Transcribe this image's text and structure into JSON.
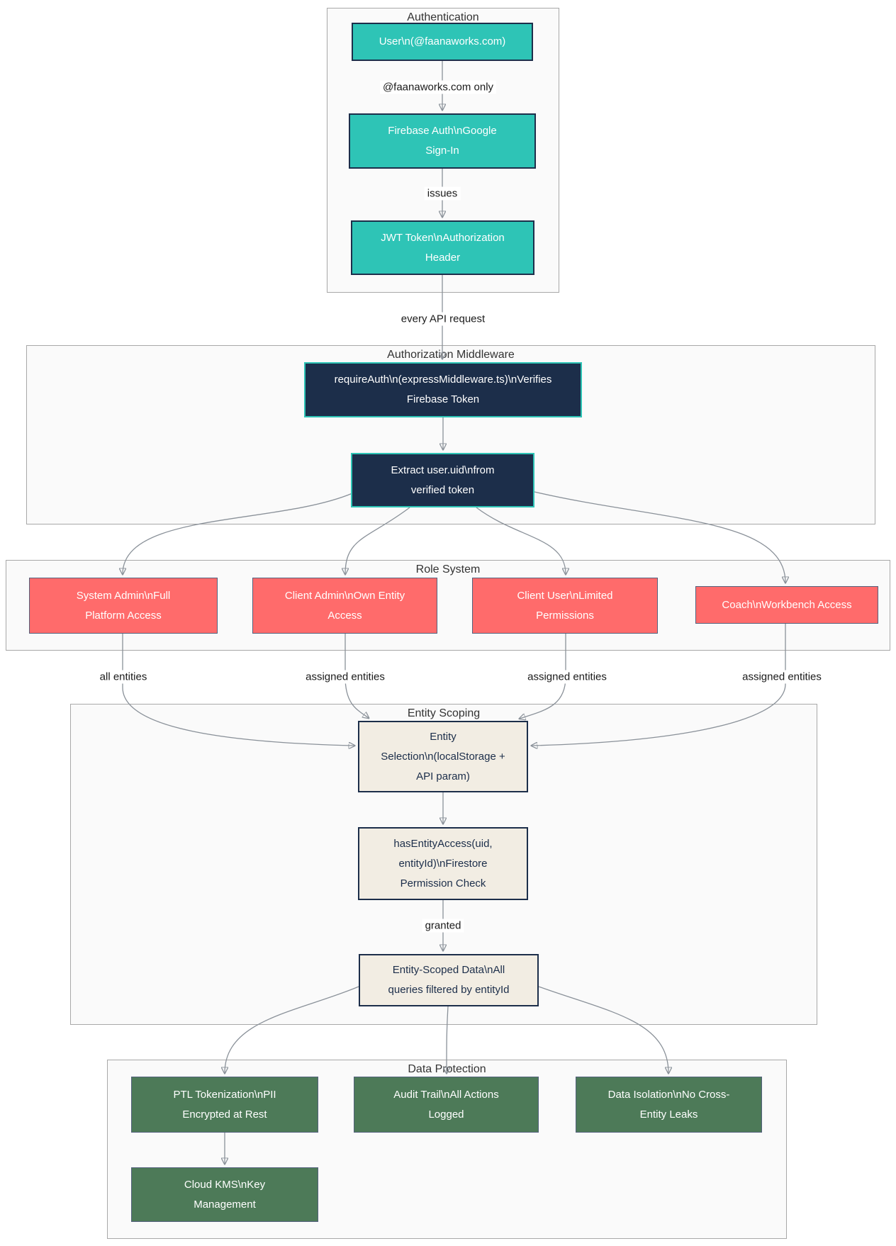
{
  "groups": {
    "authentication": {
      "title": "Authentication"
    },
    "authorization_middleware": {
      "title": "Authorization Middleware"
    },
    "role_system": {
      "title": "Role System"
    },
    "entity_scoping": {
      "title": "Entity Scoping"
    },
    "data_protection": {
      "title": "Data Protection"
    }
  },
  "nodes": {
    "user": {
      "lines": [
        "User\\n(@faanaworks.com)"
      ]
    },
    "firebase_auth": {
      "lines": [
        "Firebase Auth\\nGoogle",
        "Sign-In"
      ]
    },
    "jwt_token": {
      "lines": [
        "JWT Token\\nAuthorization",
        "Header"
      ]
    },
    "require_auth": {
      "lines": [
        "requireAuth\\n(expressMiddleware.ts)\\nVerifies",
        "Firebase Token"
      ]
    },
    "extract_uid": {
      "lines": [
        "Extract user.uid\\nfrom",
        "verified token"
      ]
    },
    "system_admin": {
      "lines": [
        "System Admin\\nFull",
        "Platform Access"
      ]
    },
    "client_admin": {
      "lines": [
        "Client Admin\\nOwn Entity",
        "Access"
      ]
    },
    "client_user": {
      "lines": [
        "Client User\\nLimited",
        "Permissions"
      ]
    },
    "coach": {
      "lines": [
        "Coach\\nWorkbench Access"
      ]
    },
    "entity_selection": {
      "lines": [
        "Entity",
        "Selection\\n(localStorage +",
        "API param)"
      ]
    },
    "has_entity_access": {
      "lines": [
        "hasEntityAccess(uid,",
        "entityId)\\nFirestore",
        "Permission Check"
      ]
    },
    "entity_scoped_data": {
      "lines": [
        "Entity-Scoped Data\\nAll",
        "queries filtered by entityId"
      ]
    },
    "ptl_tokenization": {
      "lines": [
        "PTL Tokenization\\nPII",
        "Encrypted at Rest"
      ]
    },
    "audit_trail": {
      "lines": [
        "Audit Trail\\nAll Actions",
        "Logged"
      ]
    },
    "data_isolation": {
      "lines": [
        "Data Isolation\\nNo Cross-",
        "Entity Leaks"
      ]
    },
    "cloud_kms": {
      "lines": [
        "Cloud KMS\\nKey",
        "Management"
      ]
    }
  },
  "edge_labels": {
    "user_to_firebase": "@faanaworks.com only",
    "firebase_to_jwt": "issues",
    "jwt_to_middleware": "every API request",
    "system_admin_to_selection": "all entities",
    "client_admin_to_selection": "assigned entities",
    "client_user_to_selection": "assigned entities",
    "coach_to_selection": "assigned entities",
    "permission_granted": "granted"
  },
  "colors": {
    "auth_node": "#2ec4b6",
    "middleware_node": "#1c2e4a",
    "role_node": "#ff6b6b",
    "scoping_node": "#f2ede3",
    "protection_node": "#4d7a58",
    "edge_line": "#8a9199",
    "container_fill": "#fafafa"
  }
}
